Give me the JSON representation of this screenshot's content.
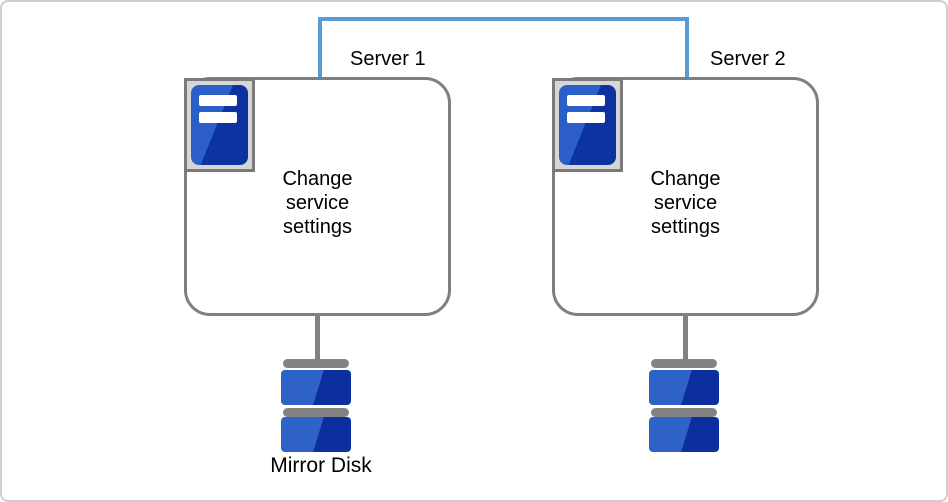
{
  "servers": [
    {
      "label": "Server 1",
      "action_lines": [
        "Change",
        "service",
        "settings"
      ]
    },
    {
      "label": "Server 2",
      "action_lines": [
        "Change",
        "service",
        "settings"
      ]
    }
  ],
  "disks": [
    {
      "label": "Mirror Disk"
    },
    {
      "label": null
    }
  ],
  "icons": {
    "server_icon": "server-unit-icon",
    "disk_icon": "mirror-disk-icon",
    "interconnect": "interconnect-line"
  },
  "colors": {
    "interconnect_blue": "#5B9BD5",
    "shape_border": "#7F7F7F",
    "icon_frame_bg": "#D6D6D6",
    "icon_frame_border": "#7A7A7A",
    "icon_blue_light": "#2C5EC9",
    "icon_blue_dark": "#0D33A2",
    "disk_blue_light": "#2E62C9",
    "disk_blue_dark": "#0B2F9E",
    "gray_bar": "#828282",
    "text": "#000000"
  }
}
